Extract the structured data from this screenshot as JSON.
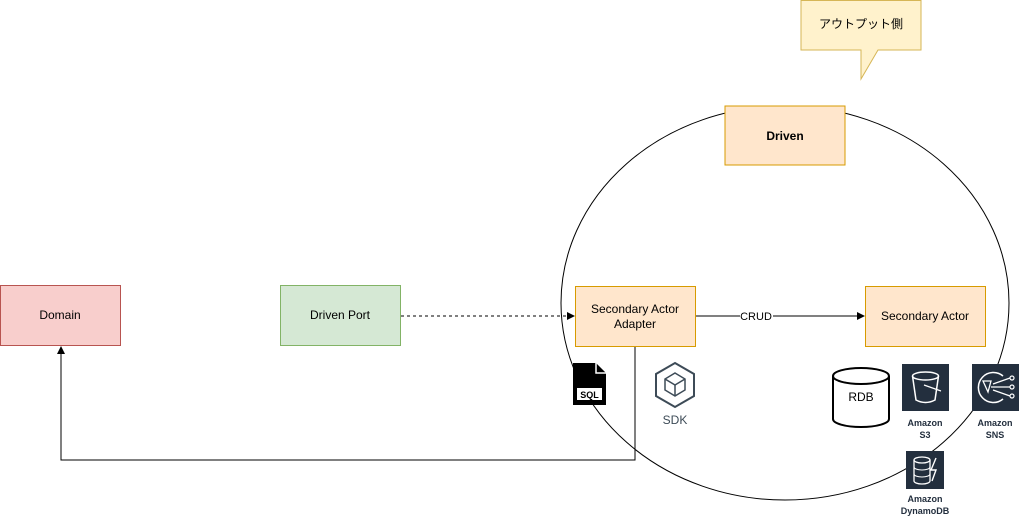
{
  "callout": {
    "text": "アウトプット側"
  },
  "boundary": {
    "label": "Driven"
  },
  "nodes": {
    "domain": "Domain",
    "driven_port": "Driven Port",
    "adapter_line1": "Secondary Actor",
    "adapter_line2": "Adapter",
    "secondary_actor": "Secondary Actor"
  },
  "edges": {
    "crud": "CRUD"
  },
  "icons": {
    "sql": "SQL",
    "sdk": "SDK",
    "rdb": "RDB",
    "s3_line1": "Amazon",
    "s3_line2": "S3",
    "sns_line1": "Amazon",
    "sns_line2": "SNS",
    "dynamodb_line1": "Amazon",
    "dynamodb_line2": "DynamoDB"
  },
  "colors": {
    "domain_fill": "#f8cecc",
    "domain_stroke": "#b85450",
    "port_fill": "#d5e8d4",
    "port_stroke": "#82b366",
    "adapter_fill": "#ffe6cc",
    "adapter_stroke": "#d79b00",
    "callout_fill": "#fff2cc",
    "callout_stroke": "#d6b656",
    "aws_dark": "#232f3e"
  }
}
